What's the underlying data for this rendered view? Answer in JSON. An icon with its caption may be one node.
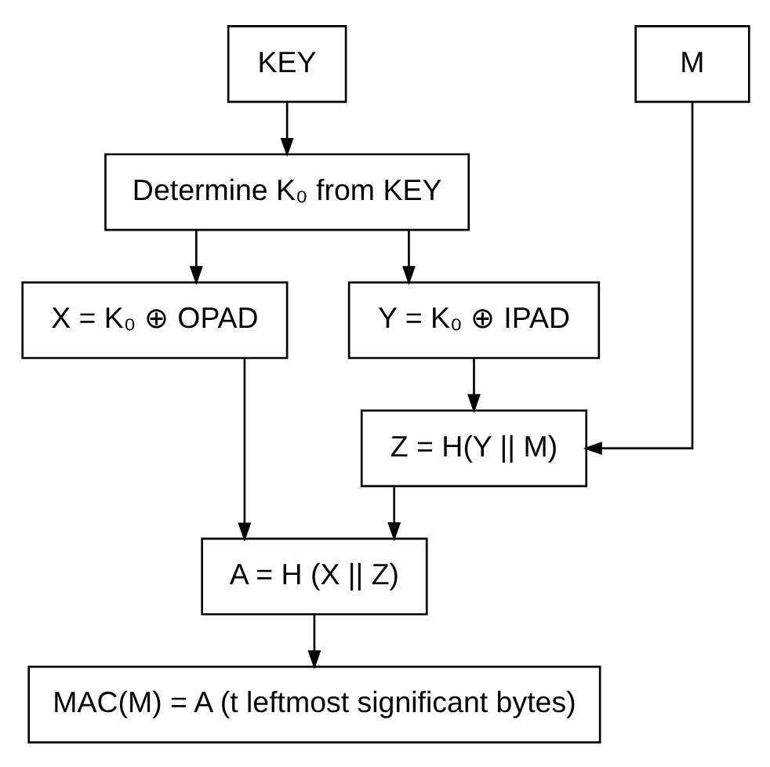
{
  "diagram": {
    "nodes": [
      {
        "text": [
          "KEY"
        ]
      },
      {
        "text": [
          "M"
        ]
      },
      {
        "text": [
          "Determine K₀ from KEY"
        ]
      },
      {
        "text": [
          "X = K₀ ⊕ OPAD"
        ]
      },
      {
        "text": [
          "Y = K₀ ⊕ IPAD"
        ]
      },
      {
        "text": [
          "Z = H(Y || M)"
        ]
      },
      {
        "text": [
          "A = H (X || Z)"
        ]
      },
      {
        "text": [
          "MAC(M) = A (t leftmost significant bytes)"
        ]
      }
    ],
    "edges": [
      {
        "from": 0,
        "to": 2,
        "arrow": "to"
      },
      {
        "from": 2,
        "to": 3,
        "arrow": "to"
      },
      {
        "from": 2,
        "to": 4,
        "arrow": "to"
      },
      {
        "from": 4,
        "to": 5,
        "arrow": "to"
      },
      {
        "from": 1,
        "to": 5,
        "arrow": "to"
      },
      {
        "from": 3,
        "to": 6,
        "arrow": "to"
      },
      {
        "from": 5,
        "to": 6,
        "arrow": "to"
      },
      {
        "from": 6,
        "to": 7,
        "arrow": "to"
      }
    ]
  }
}
